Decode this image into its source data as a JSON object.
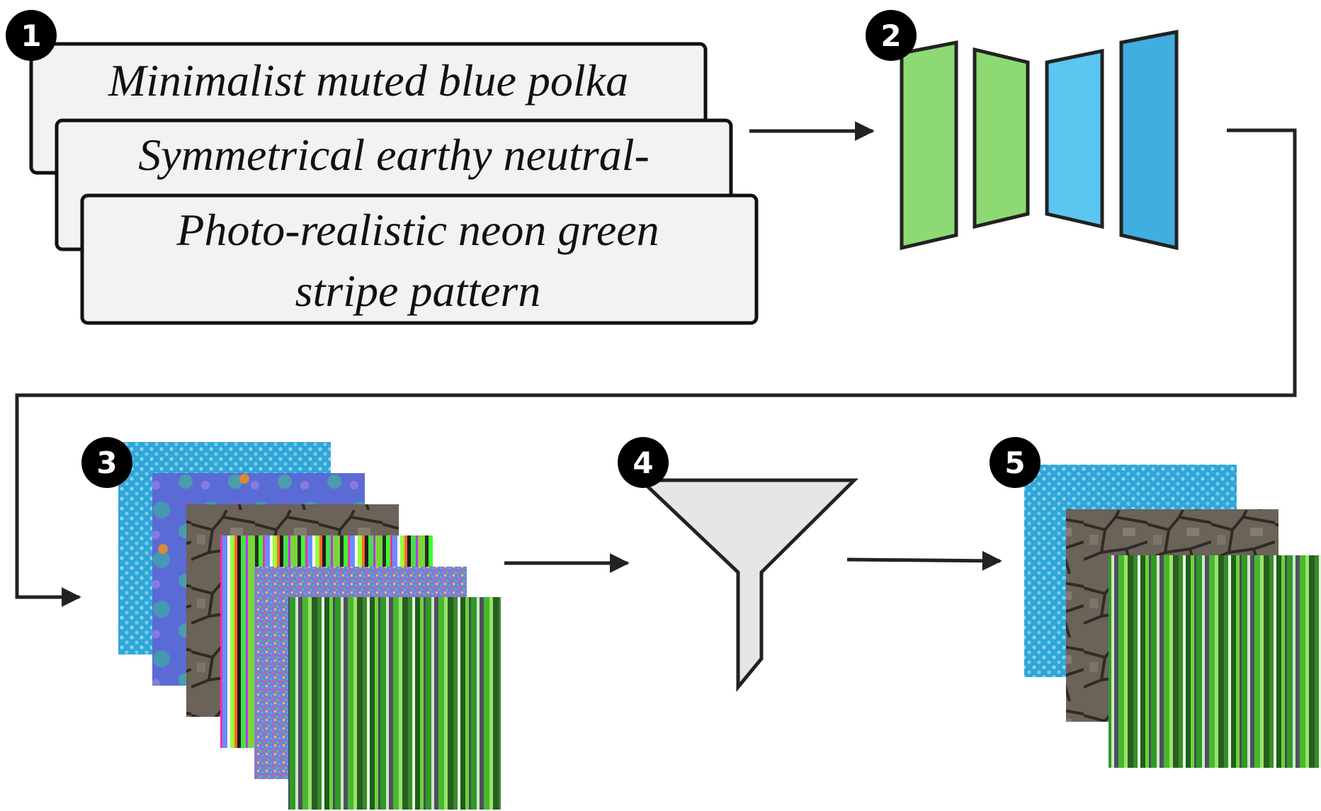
{
  "steps": [
    "1",
    "2",
    "3",
    "4",
    "5"
  ],
  "prompts": [
    {
      "lines": [
        "Minimalist muted blue polka"
      ]
    },
    {
      "lines": [
        "Symmetrical earthy neutral-"
      ]
    },
    {
      "lines": [
        "Photo-realistic neon green",
        "stripe pattern"
      ]
    }
  ],
  "colors": {
    "encoder_green": "#8dd974",
    "decoder_light_blue": "#5bc6ef",
    "decoder_blue": "#41aee0",
    "box_fill": "#f2f2f2",
    "outline": "#222222",
    "badge": "#000000",
    "funnel_fill": "#e6e6e6"
  },
  "icons": {
    "model": "encoder-decoder-network-icon",
    "filter": "funnel-icon"
  },
  "generated_textures": [
    "blue-polka-dot",
    "purple-blue-noise",
    "cracked-earth",
    "neon-stripe-noise",
    "rainbow-noise",
    "green-stripes"
  ],
  "filtered_textures": [
    "blue-polka-dot",
    "cracked-earth",
    "green-stripes"
  ]
}
